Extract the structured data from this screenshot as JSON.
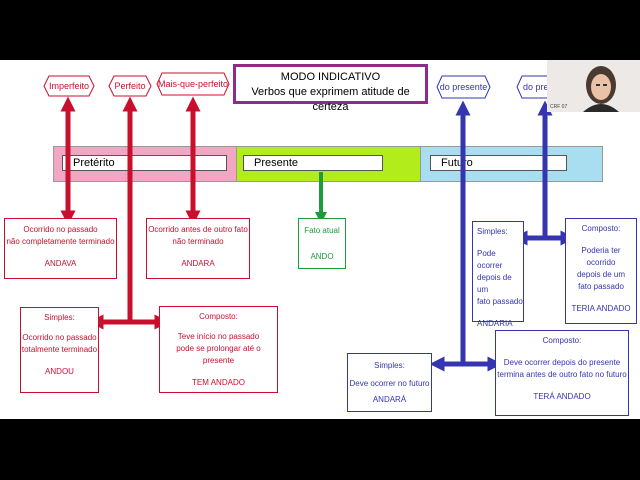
{
  "title": {
    "line1": "MODO INDICATIVO",
    "line2": "Verbos que exprimem atitude de certeza"
  },
  "tenses": {
    "preterito": "Pretérito",
    "presente": "Presente",
    "futuro": "Futuro"
  },
  "tags": {
    "imperfeito": "Imperfeito",
    "perfeito": "Perfeito",
    "mais_que_perfeito": "Mais-que-perfeito",
    "futuro_presente": "do presente",
    "futuro_preterito": "do pre"
  },
  "boxes": {
    "imperfeito": {
      "l1": "Ocorrido no passado",
      "l2": "não completamente terminado",
      "ex": "ANDAVA"
    },
    "mais_que_perfeito": {
      "l1": "Ocorrido antes de outro fato",
      "l2": "não terminado",
      "ex": "ANDARA"
    },
    "fato_atual": {
      "l1": "Fato atual",
      "ex": "ANDO"
    },
    "perfeito_simples": {
      "head": "Simples:",
      "l1": "Ocorrido no passado",
      "l2": "totalmente terminado",
      "ex": "ANDOU"
    },
    "perfeito_composto": {
      "head": "Composto:",
      "l1": "Teve início no passado",
      "l2": "pode se prolongar até o presente",
      "ex": "TEM ANDADO"
    },
    "fut_pret_simples": {
      "head": "Simples:",
      "l1": "Pode ocorrer",
      "l2": "depois de um",
      "l3": "fato passado",
      "ex": "ANDARIA"
    },
    "fut_pret_composto": {
      "head": "Composto:",
      "l1": "Poderia ter ocorrido",
      "l2": "depois de um",
      "l3": "fato passado",
      "ex": "TERIA ANDADO"
    },
    "fut_pres_simples": {
      "head": "Simples:",
      "l1": "Deve ocorrer no futuro",
      "ex": "ANDARÁ"
    },
    "fut_pres_composto": {
      "head": "Composto:",
      "l1": "Deve ocorrer depois do presente",
      "l2": "termina antes de outro fato no futuro",
      "ex": "TERÁ ANDADO"
    }
  },
  "webcam": {
    "badge": "CRF 07"
  },
  "colors": {
    "red": "#c8102e",
    "blue": "#3535b0",
    "green": "#1e9b3a",
    "purple": "#8e2c8c",
    "pink": "#f2a6c4",
    "lime": "#b2ec1a",
    "cyan": "#a8def0"
  }
}
